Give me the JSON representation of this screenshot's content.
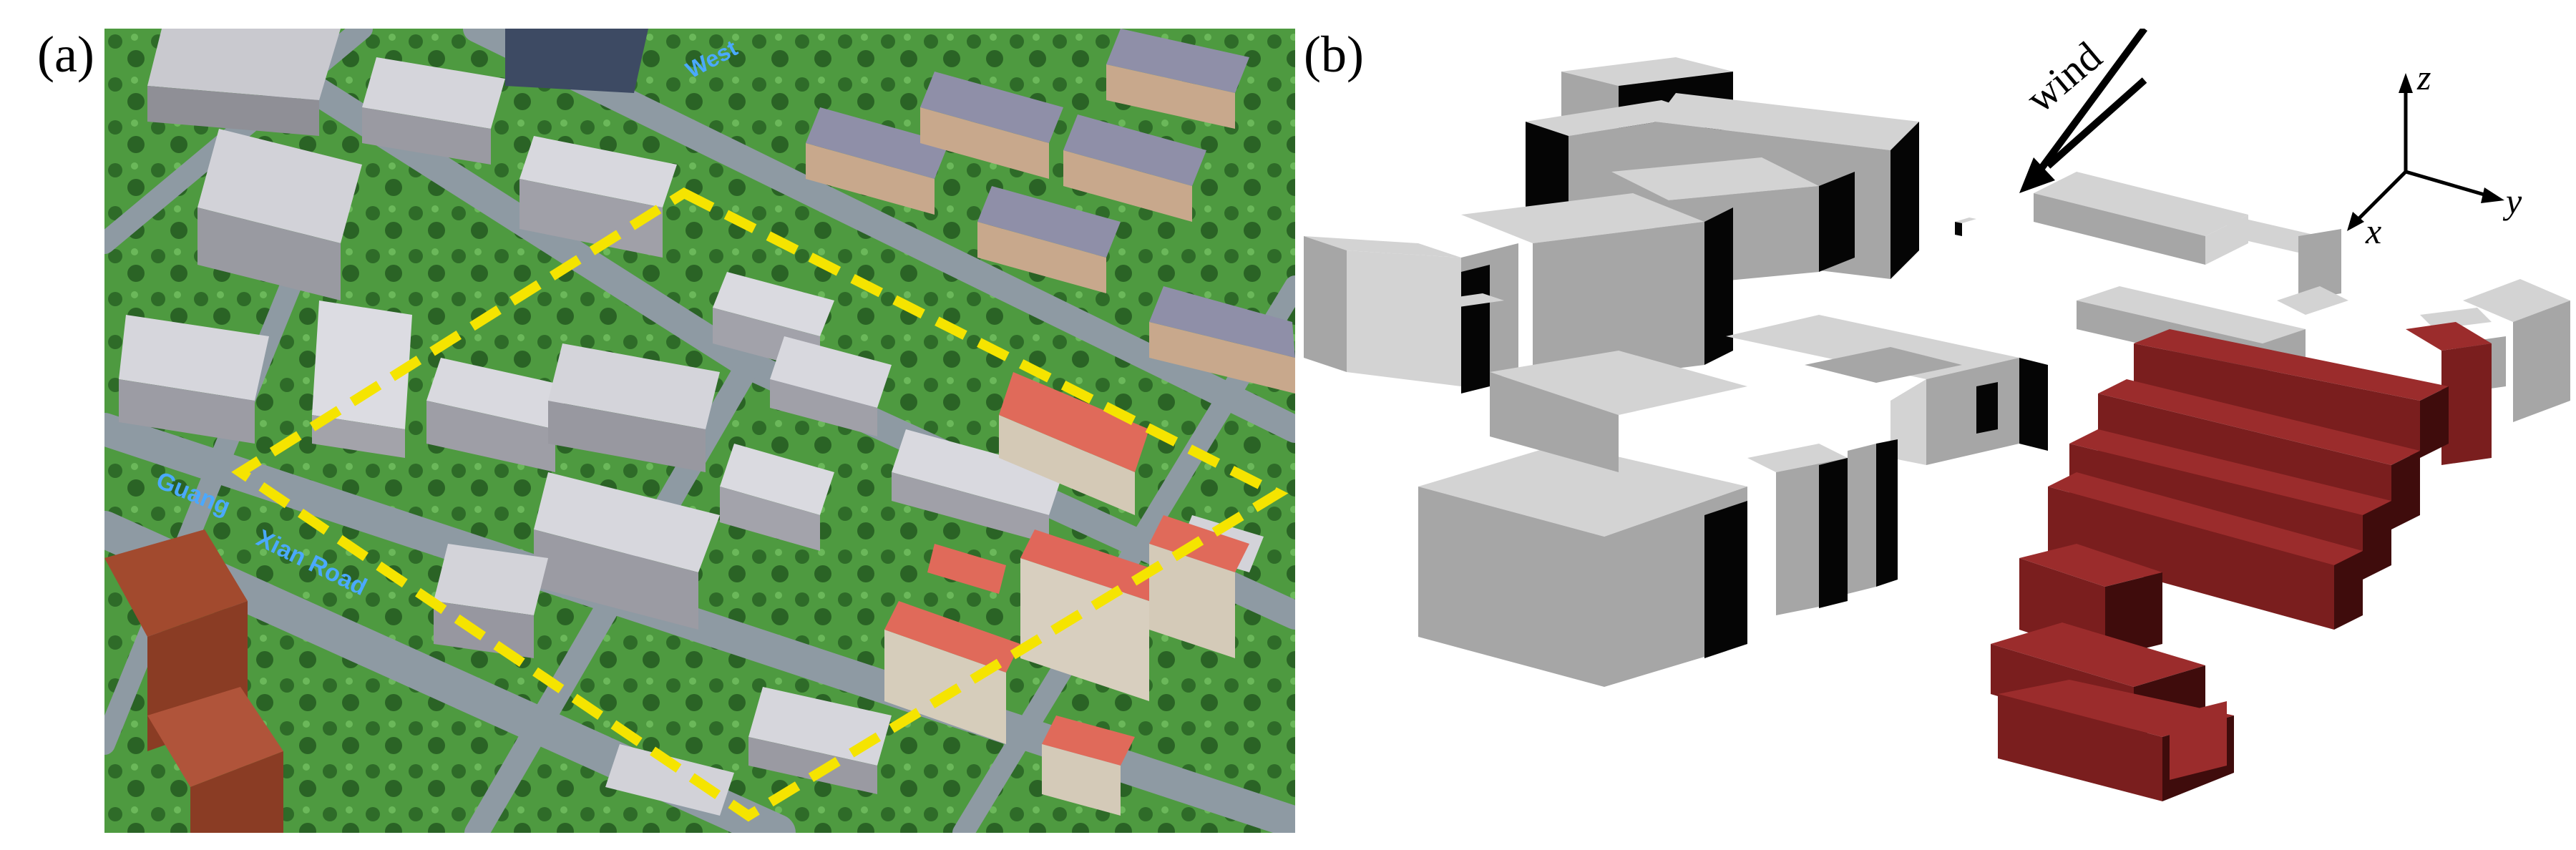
{
  "panels": [
    {
      "id": "a",
      "label": "(a)",
      "kind": "aerial-rendering"
    },
    {
      "id": "b",
      "label": "(b)",
      "kind": "3d-block-model"
    }
  ],
  "panel_a": {
    "road_labels": [
      "Guang",
      "Xian Road",
      "West"
    ],
    "study_area_color": "#f5e400"
  },
  "panel_b": {
    "wind_label": "wind",
    "axes": {
      "x": "x",
      "y": "y",
      "z": "z"
    },
    "colors": {
      "building_top": "#d3d3d3",
      "building_side": "#a6a6a6",
      "building_shadow": "#050505",
      "target_top": "#9b2c2c",
      "target_side": "#7a1e1e",
      "target_dark": "#3f0c0c"
    }
  }
}
